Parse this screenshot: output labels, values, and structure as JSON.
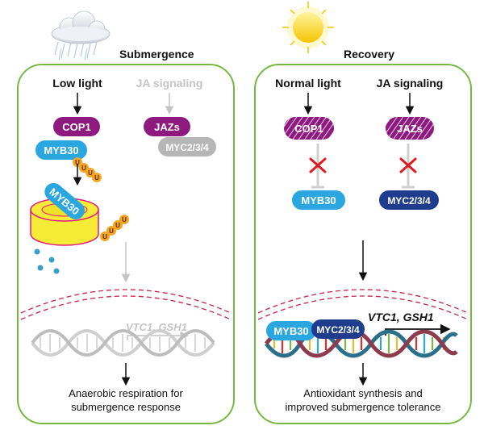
{
  "left_panel": {
    "title": "Submergence",
    "low_light_label": "Low light",
    "ja_signaling_label": "JA signaling",
    "cop1_label": "COP1",
    "jazs_label": "JAZs",
    "myb30_label": "MYB30",
    "myb30_proteasome_label": "MYB30",
    "myc_label": "MYC2/3/4",
    "ubiquitin_label": "U",
    "genes_label": "VTC1, GSH1",
    "caption_line1": "Anaerobic respiration for",
    "caption_line2": "submergence response"
  },
  "right_panel": {
    "title": "Recovery",
    "normal_light_label": "Normal light",
    "ja_signaling_label": "JA signaling",
    "cop1_label": "COP1",
    "jazs_label": "JAZs",
    "myb30_label": "MYB30",
    "myc_label": "MYC2/3/4",
    "dna_myb30_label": "MYB30",
    "dna_myc_label": "MYC2/3/4",
    "genes_label": "VTC1, GSH1",
    "caption_line1": "Antioxidant synthesis and",
    "caption_line2": "improved submergence tolerance"
  },
  "colors": {
    "cell_border": "#77b843",
    "cop1_purple": "#8e1a7f",
    "myb30_blue": "#2aa6e0",
    "myc_navy": "#1f3c8e",
    "jazs_purple": "#8e1a7f",
    "inhibit_red": "#e11b22",
    "nucleus_dash": "#c8244f",
    "proteasome_yellow": "#f6ec37",
    "proteasome_magenta": "#e5177f",
    "ubiquitin_orange": "#f4a524"
  },
  "icons": {
    "weather_left": "rain-cloud-icon",
    "weather_right": "sun-icon"
  }
}
